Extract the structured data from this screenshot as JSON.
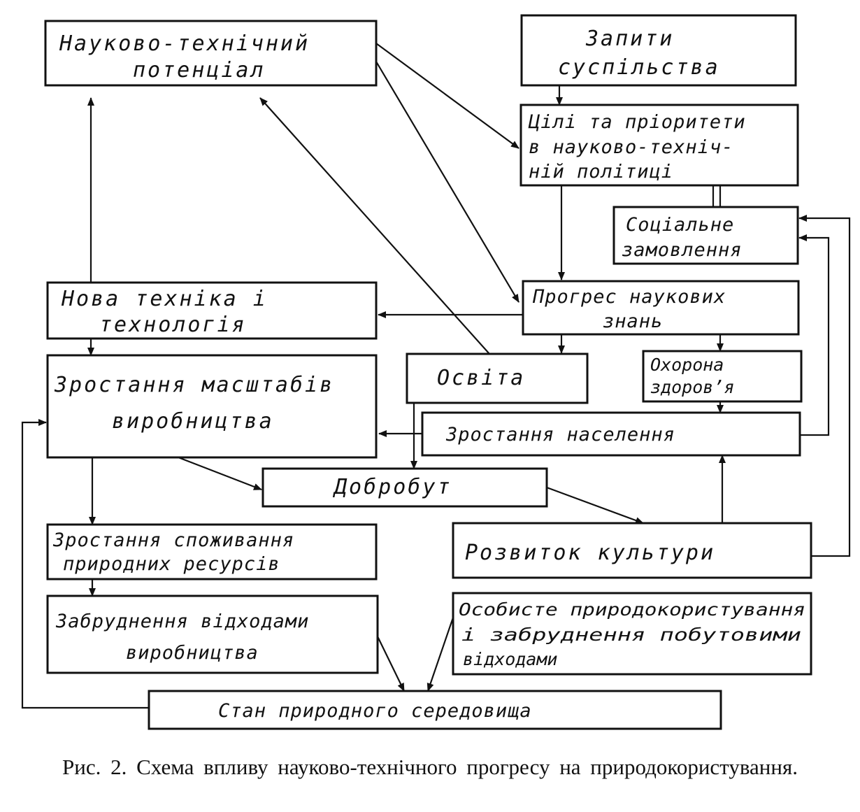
{
  "nodes": {
    "potential": {
      "lines": [
        "Науково-технічний",
        "потенціал"
      ]
    },
    "requests": {
      "lines": [
        "Запити",
        "суспільства"
      ]
    },
    "goals": {
      "lines": [
        "Цілі та пріоритети",
        "в науково-техніч-",
        "ній політиці"
      ]
    },
    "social_order": {
      "lines": [
        "Соціальне",
        "замовлення"
      ]
    },
    "new_tech": {
      "lines": [
        "Нова техніка і",
        "технологія"
      ]
    },
    "knowledge": {
      "lines": [
        "Прогрес наукових",
        "знань"
      ]
    },
    "production": {
      "lines": [
        "Зростання масштабів",
        "виробництва"
      ]
    },
    "education": {
      "lines": [
        "Освіта"
      ]
    },
    "health": {
      "lines": [
        "Охорона",
        "здоров’я"
      ]
    },
    "population": {
      "lines": [
        "Зростання населення"
      ]
    },
    "welfare": {
      "lines": [
        "Добробут"
      ]
    },
    "consumption": {
      "lines": [
        "Зростання споживання",
        "природних ресурсів"
      ]
    },
    "culture": {
      "lines": [
        "Розвиток культури"
      ]
    },
    "pollution": {
      "lines": [
        "Забруднення відходами",
        "виробництва"
      ]
    },
    "personal": {
      "lines": [
        "Особисте природокористування",
        "і забруднення побутовими",
        "відходами"
      ]
    },
    "environment": {
      "lines": [
        "Стан природного середовища"
      ]
    }
  },
  "caption": "Рис. 2. Схема впливу науково-технічного прогресу на природокористування."
}
